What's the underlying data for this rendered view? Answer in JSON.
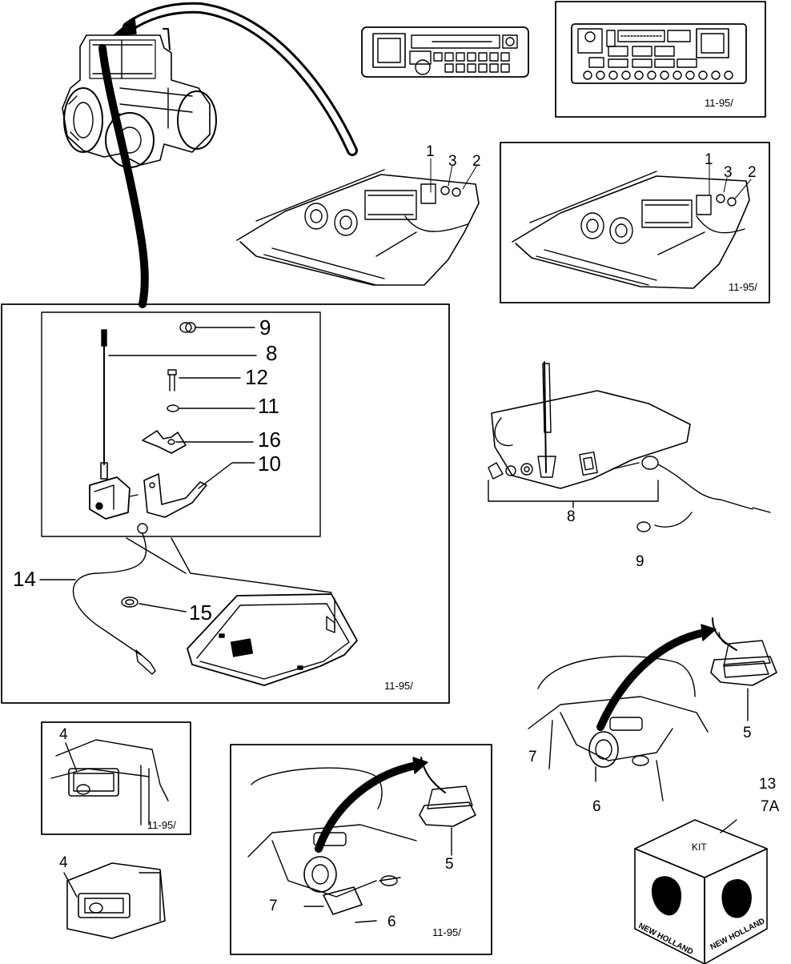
{
  "panels": {
    "radio_alt": {
      "ref": "11-95/"
    },
    "mount_alt": {
      "ref": "11-95/"
    },
    "antenna_kit": {
      "ref": "11-95/"
    },
    "panel_small": {
      "ref": "11-95/"
    },
    "speaker_panel": {
      "ref": "11-95/"
    }
  },
  "callouts": {
    "dash_1": "1",
    "dash_3": "3",
    "dash_2": "2",
    "alt_1": "1",
    "alt_3": "3",
    "alt_2": "2",
    "kit_9": "9",
    "kit_8": "8",
    "kit_12": "12",
    "kit_11": "11",
    "kit_16": "16",
    "kit_10": "10",
    "kit_14": "14",
    "kit_15": "15",
    "ant_8": "8",
    "ant_9": "9",
    "spk_right_5": "5",
    "spk_right_7": "7",
    "spk_right_6": "6",
    "kit_box_13": "13",
    "kit_box_7a": "7A",
    "small_4a": "4",
    "small_4b": "4",
    "spk_panel_5": "5",
    "spk_panel_7": "7",
    "spk_panel_6": "6"
  },
  "kit_box": {
    "top_label": "KIT",
    "brand_left": "NEW HOLLAND",
    "brand_right": "NEW HOLLAND"
  }
}
